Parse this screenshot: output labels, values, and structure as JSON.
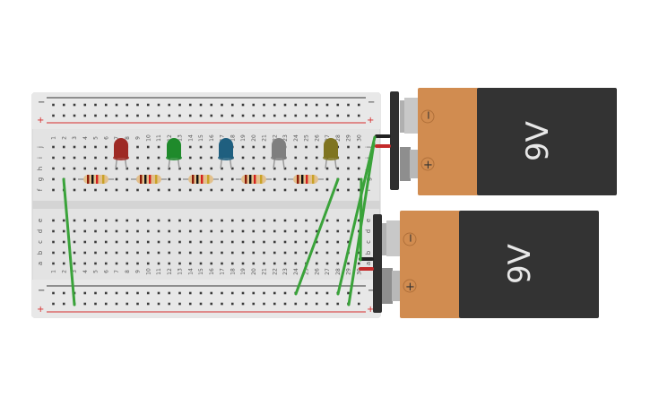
{
  "breadboard": {
    "column_numbers": [
      "1",
      "2",
      "3",
      "4",
      "5",
      "6",
      "7",
      "8",
      "9",
      "10",
      "11",
      "12",
      "13",
      "14",
      "15",
      "16",
      "17",
      "18",
      "19",
      "20",
      "21",
      "22",
      "23",
      "24",
      "25",
      "26",
      "27",
      "28",
      "29",
      "30"
    ],
    "top_row_letters": [
      "j",
      "i",
      "h",
      "g",
      "f"
    ],
    "bottom_row_letters": [
      "e",
      "d",
      "c",
      "b",
      "a"
    ],
    "rail_minus": "−",
    "rail_plus": "+",
    "colors": {
      "board": "#e3e3e3",
      "hole": "#3a3a3a",
      "rail_red": "#d62c2c",
      "rail_black": "#333333"
    }
  },
  "leds": [
    {
      "color_name": "red",
      "color": "#9e2a25"
    },
    {
      "color_name": "green",
      "color": "#1f8a2b"
    },
    {
      "color_name": "blue",
      "color": "#1f5f7f"
    },
    {
      "color_name": "gray",
      "color": "#7f7f7f"
    },
    {
      "color_name": "olive",
      "color": "#7f7420"
    }
  ],
  "resistors": [
    {
      "bands": [
        "#8a1a0a",
        "#111111",
        "#d42020"
      ]
    },
    {
      "bands": [
        "#8a1a0a",
        "#111111",
        "#d42020"
      ]
    },
    {
      "bands": [
        "#8a1a0a",
        "#111111",
        "#d42020"
      ]
    },
    {
      "bands": [
        "#8a1a0a",
        "#111111",
        "#d42020"
      ]
    },
    {
      "bands": [
        "#8a1a0a",
        "#111111",
        "#d42020"
      ]
    }
  ],
  "wire_color": "#3aa33a",
  "batteries": [
    {
      "label": "9V",
      "terminal_minus": "−",
      "terminal_plus": "+",
      "body_color": "#333333",
      "band_color": "#d18c50"
    },
    {
      "label": "9V",
      "terminal_minus": "−",
      "terminal_plus": "+",
      "body_color": "#333333",
      "band_color": "#d18c50"
    }
  ]
}
